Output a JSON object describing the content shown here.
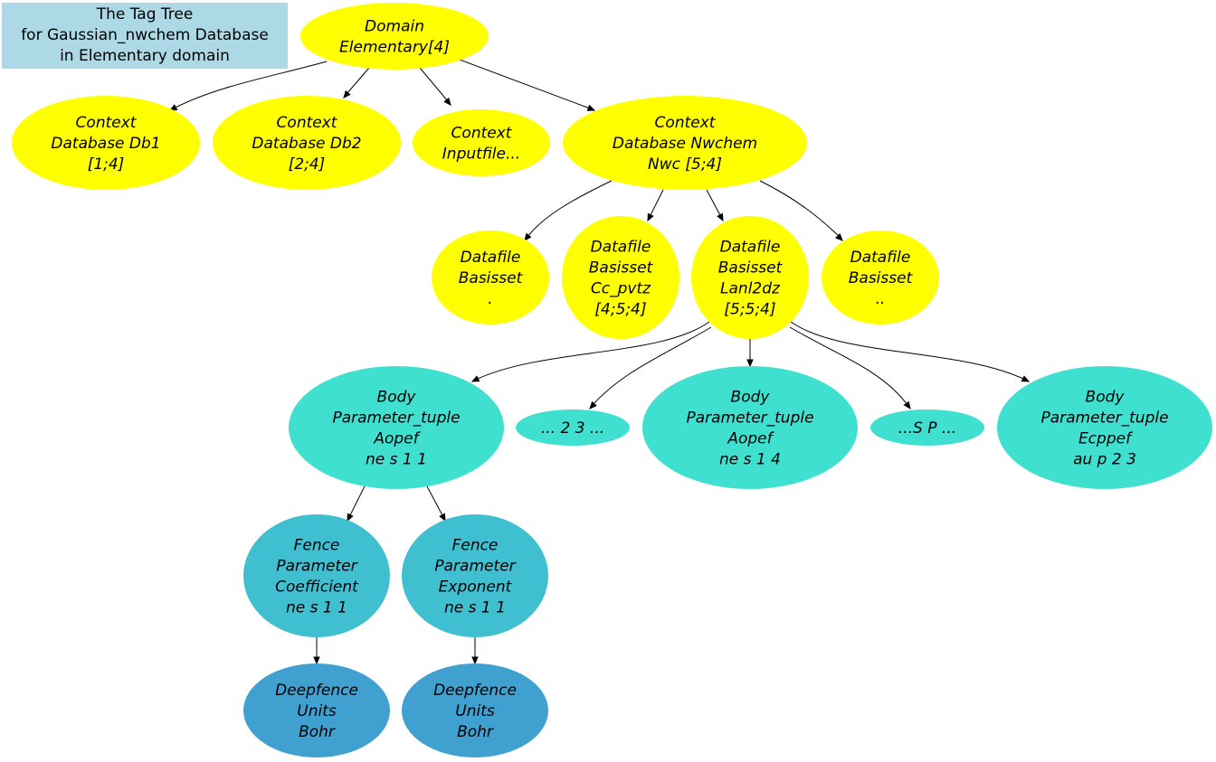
{
  "title": {
    "lines": [
      "The Tag Tree",
      "for Gaussian_nwchem Database",
      "in Elementary domain"
    ]
  },
  "colors": {
    "title_bg": "#add8e6",
    "domain": "#ffff00",
    "context": "#ffff00",
    "datafile": "#ffff00",
    "body": "#40e0d0",
    "fence": "#40bfd0",
    "deepfence": "#40a0d0"
  },
  "nodes": [
    {
      "id": "domain",
      "lines": [
        "Domain",
        "Elementary[4]"
      ],
      "color": "domain"
    },
    {
      "id": "ctx-db1",
      "lines": [
        "Context",
        "Database Db1",
        "[1;4]"
      ],
      "color": "context"
    },
    {
      "id": "ctx-db2",
      "lines": [
        "Context",
        "Database Db2",
        "[2;4]"
      ],
      "color": "context"
    },
    {
      "id": "ctx-input",
      "lines": [
        "Context",
        "Inputfile..."
      ],
      "color": "context"
    },
    {
      "id": "ctx-nwchem",
      "lines": [
        "Context",
        "Database Nwchem",
        "Nwc [5;4]"
      ],
      "color": "context"
    },
    {
      "id": "df-1",
      "lines": [
        "Datafile",
        "Basisset",
        "."
      ],
      "color": "datafile"
    },
    {
      "id": "df-ccpvtz",
      "lines": [
        "Datafile",
        "Basisset",
        "Cc_pvtz",
        "[4;5;4]"
      ],
      "color": "datafile"
    },
    {
      "id": "df-lanl2dz",
      "lines": [
        "Datafile",
        "Basisset",
        "Lanl2dz",
        "[5;5;4]"
      ],
      "color": "datafile"
    },
    {
      "id": "df-2",
      "lines": [
        "Datafile",
        "Basisset",
        ".."
      ],
      "color": "datafile"
    },
    {
      "id": "body-aopef-1",
      "lines": [
        "Body",
        "Parameter_tuple",
        "Aopef",
        "ne s 1 1"
      ],
      "color": "body"
    },
    {
      "id": "ell-23",
      "lines": [
        "... 2 3 ..."
      ],
      "color": "body"
    },
    {
      "id": "body-aopef-2",
      "lines": [
        "Body",
        "Parameter_tuple",
        "Aopef",
        "ne s 1 4"
      ],
      "color": "body"
    },
    {
      "id": "ell-sp",
      "lines": [
        "...S P ..."
      ],
      "color": "body"
    },
    {
      "id": "body-ecppef",
      "lines": [
        "Body",
        "Parameter_tuple",
        "Ecppef",
        "au p 2 3"
      ],
      "color": "body"
    },
    {
      "id": "fence-coef",
      "lines": [
        "Fence",
        "Parameter",
        "Coefficient",
        "ne s 1 1"
      ],
      "color": "fence"
    },
    {
      "id": "fence-exp",
      "lines": [
        "Fence",
        "Parameter",
        "Exponent",
        "ne s 1 1"
      ],
      "color": "fence"
    },
    {
      "id": "deep-1",
      "lines": [
        "Deepfence",
        "Units",
        "Bohr"
      ],
      "color": "deepfence"
    },
    {
      "id": "deep-2",
      "lines": [
        "Deepfence",
        "Units",
        "Bohr"
      ],
      "color": "deepfence"
    }
  ],
  "edges": [
    [
      "domain",
      "ctx-db1"
    ],
    [
      "domain",
      "ctx-db2"
    ],
    [
      "domain",
      "ctx-input"
    ],
    [
      "domain",
      "ctx-nwchem"
    ],
    [
      "ctx-nwchem",
      "df-1"
    ],
    [
      "ctx-nwchem",
      "df-ccpvtz"
    ],
    [
      "ctx-nwchem",
      "df-lanl2dz"
    ],
    [
      "ctx-nwchem",
      "df-2"
    ],
    [
      "df-lanl2dz",
      "body-aopef-1"
    ],
    [
      "df-lanl2dz",
      "ell-23"
    ],
    [
      "df-lanl2dz",
      "body-aopef-2"
    ],
    [
      "df-lanl2dz",
      "ell-sp"
    ],
    [
      "df-lanl2dz",
      "body-ecppef"
    ],
    [
      "body-aopef-1",
      "fence-coef"
    ],
    [
      "body-aopef-1",
      "fence-exp"
    ],
    [
      "fence-coef",
      "deep-1"
    ],
    [
      "fence-exp",
      "deep-2"
    ]
  ]
}
